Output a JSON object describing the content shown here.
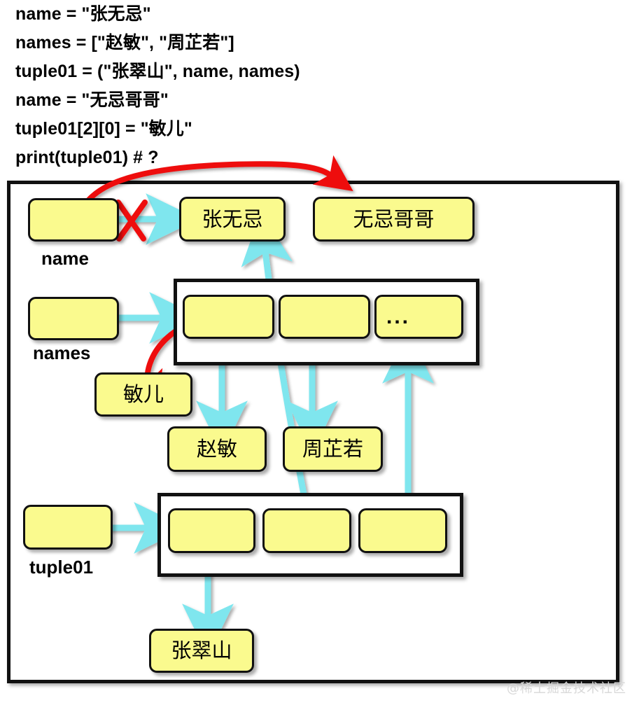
{
  "code": {
    "lines": [
      "name = \"张无忌\"",
      "names = [\"赵敏\", \"周芷若\"]",
      "tuple01 = (\"张翠山\", name, names)",
      "name = \"无忌哥哥\"",
      "tuple01[2][0] = \"敏儿\"",
      "print(tuple01) # ?"
    ]
  },
  "diagram": {
    "variables": {
      "name_label": "name",
      "names_label": "names",
      "tuple_label": "tuple01"
    },
    "values": {
      "old_name": "张无忌",
      "new_name": "无忌哥哥",
      "new_list_item": "敏儿",
      "list_item_0": "赵敏",
      "list_item_1": "周芷若",
      "tuple_item_0": "张翠山",
      "ellipsis": "..."
    },
    "colors": {
      "box_fill": "#fafa8e",
      "box_border": "#111111",
      "arrow_cyan": "#7fe6ee",
      "arrow_red": "#ee1111",
      "frame_border": "#111111"
    }
  },
  "watermark": {
    "text": "@稀土掘金技术社区"
  }
}
